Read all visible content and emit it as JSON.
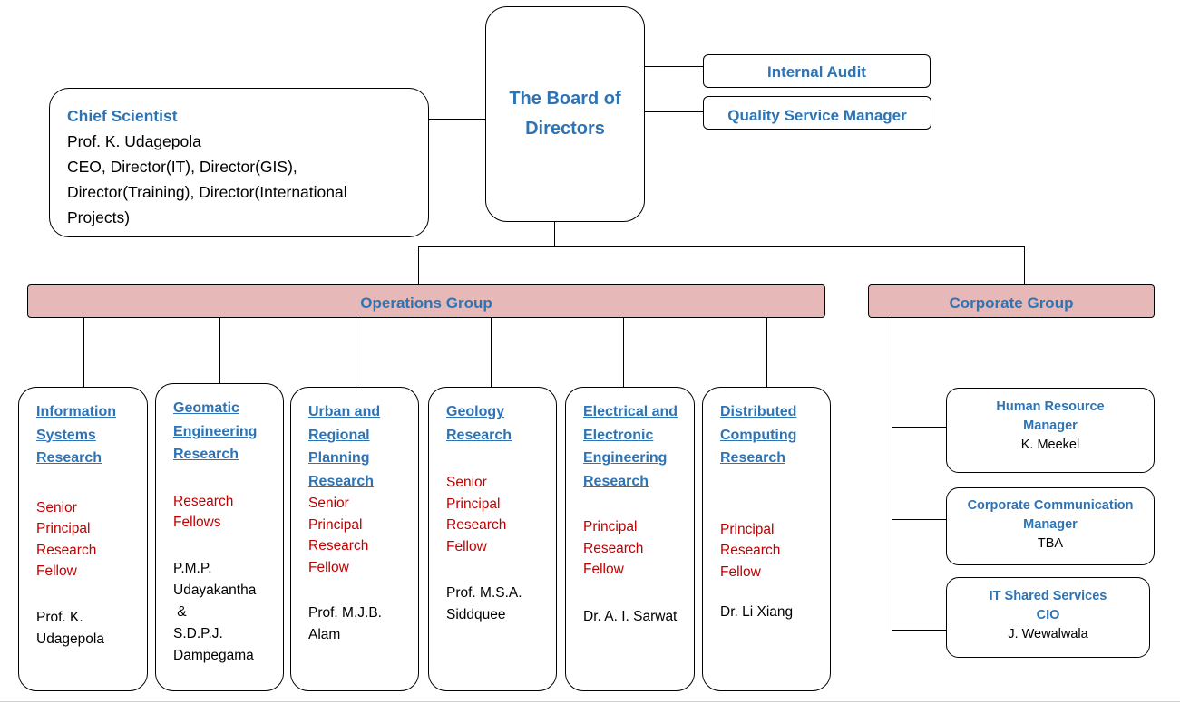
{
  "board": {
    "title_line1": "The Board of",
    "title_line2": "Directors"
  },
  "internal_audit": "Internal Audit",
  "quality_service_manager": "Quality Service Manager",
  "chief": {
    "title": "Chief Scientist",
    "name": "Prof. K. Udagepola",
    "line1": "CEO, Director(IT), Director(GIS),",
    "line2": "Director(Training), Director(International",
    "line3": "Projects)"
  },
  "operations_group": "Operations Group",
  "corporate_group": "Corporate Group",
  "departments": [
    {
      "title": [
        "Information",
        "Systems",
        "Research"
      ],
      "role": [
        "Senior",
        "Principal",
        "Research",
        "Fellow"
      ],
      "person": [
        "Prof. K.",
        "Udagepola"
      ]
    },
    {
      "title": [
        "Geomatic",
        "Engineering",
        "Research"
      ],
      "role": [
        "Research",
        "Fellows"
      ],
      "person": [
        "P.M.P.",
        "Udayakantha",
        " &",
        "S.D.P.J.",
        "Dampegama"
      ]
    },
    {
      "title": [
        "Urban and",
        "Regional",
        "Planning",
        "Research"
      ],
      "role": [
        "Senior",
        "Principal",
        "Research",
        "Fellow"
      ],
      "person": [
        "Prof. M.J.B.",
        "Alam"
      ]
    },
    {
      "title": [
        "Geology",
        "Research"
      ],
      "role": [
        "Senior",
        "Principal",
        "Research",
        "Fellow"
      ],
      "person": [
        "Prof. M.S.A.",
        "Siddquee"
      ]
    },
    {
      "title": [
        "Electrical and",
        "Electronic",
        "Engineering",
        "Research"
      ],
      "role": [
        "Principal",
        "Research",
        "Fellow"
      ],
      "person": [
        "Dr. A. I. Sarwat"
      ]
    },
    {
      "title": [
        "Distributed",
        "Computing",
        "Research"
      ],
      "role": [
        "Principal",
        "Research",
        "Fellow"
      ],
      "person": [
        "Dr. Li Xiang"
      ]
    }
  ],
  "corporate": [
    {
      "title": [
        "Human Resource",
        "Manager"
      ],
      "person": "K. Meekel"
    },
    {
      "title": [
        "Corporate Communication",
        "Manager"
      ],
      "person": "TBA"
    },
    {
      "title": [
        "IT Shared Services",
        "CIO"
      ],
      "person": "J. Wewalwala"
    }
  ]
}
